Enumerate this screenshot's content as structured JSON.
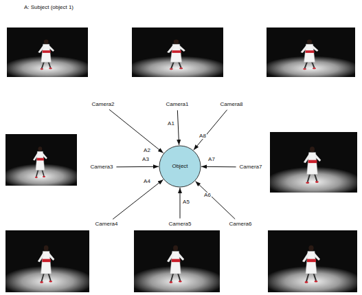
{
  "diagram": {
    "title": "A: Subject (object 1)",
    "nodes": [
      {
        "text": [
          "Camera2"
        ]
      },
      {
        "text": [
          "Camera1"
        ]
      },
      {
        "text": [
          "Camera8"
        ]
      },
      {
        "text": [
          "Camera3"
        ]
      },
      {
        "text": [
          "Object"
        ]
      },
      {
        "text": [
          "Camera7"
        ]
      },
      {
        "text": [
          "Camera4"
        ]
      },
      {
        "text": [
          "Camera5"
        ]
      },
      {
        "text": [
          "Camera6"
        ]
      }
    ],
    "edges": [
      {
        "from": 0,
        "to": 4,
        "label": "A2",
        "arrow": "to"
      },
      {
        "from": 1,
        "to": 4,
        "label": "A1",
        "arrow": "to"
      },
      {
        "from": 2,
        "to": 4,
        "label": "A8",
        "arrow": "to"
      },
      {
        "from": 3,
        "to": 4,
        "label": "A3",
        "arrow": "to"
      },
      {
        "from": 5,
        "to": 4,
        "label": "A7",
        "arrow": "to"
      },
      {
        "from": 6,
        "to": 4,
        "label": "A4",
        "arrow": "to"
      },
      {
        "from": 7,
        "to": 4,
        "label": "A5",
        "arrow": "to"
      },
      {
        "from": 8,
        "to": 4,
        "label": "A6",
        "arrow": "to"
      }
    ]
  }
}
